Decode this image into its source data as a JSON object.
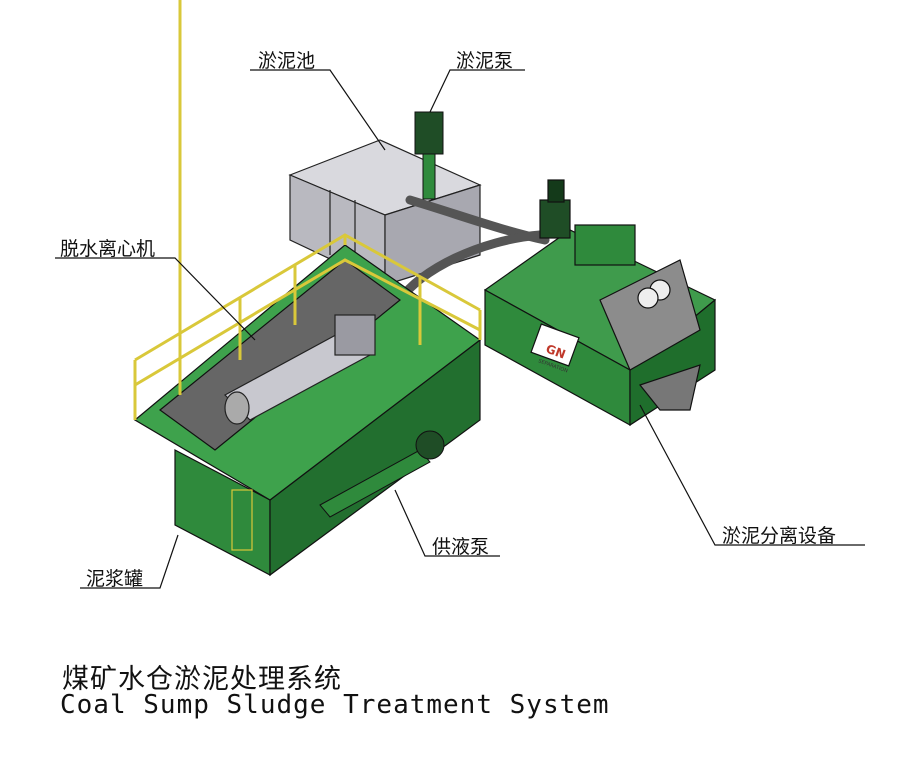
{
  "labels": {
    "sludge_pit": "淤泥池",
    "sludge_pump": "淤泥泵",
    "centrifuge": "脱水离心机",
    "separation_unit": "淤泥分离设备",
    "feed_pump": "供液泵",
    "mud_tank": "泥浆罐"
  },
  "logo": {
    "brand": "GN",
    "sub": "SEPARATION"
  },
  "title": {
    "chinese": "煤矿水仓淤泥处理系统",
    "english": "Coal Sump Sludge Treatment System"
  },
  "colors": {
    "green": "#2f8a3c",
    "dark_green": "#1f5e29",
    "rail": "#d9c83a",
    "grey": "#bdbdc4",
    "line": "#111111"
  }
}
